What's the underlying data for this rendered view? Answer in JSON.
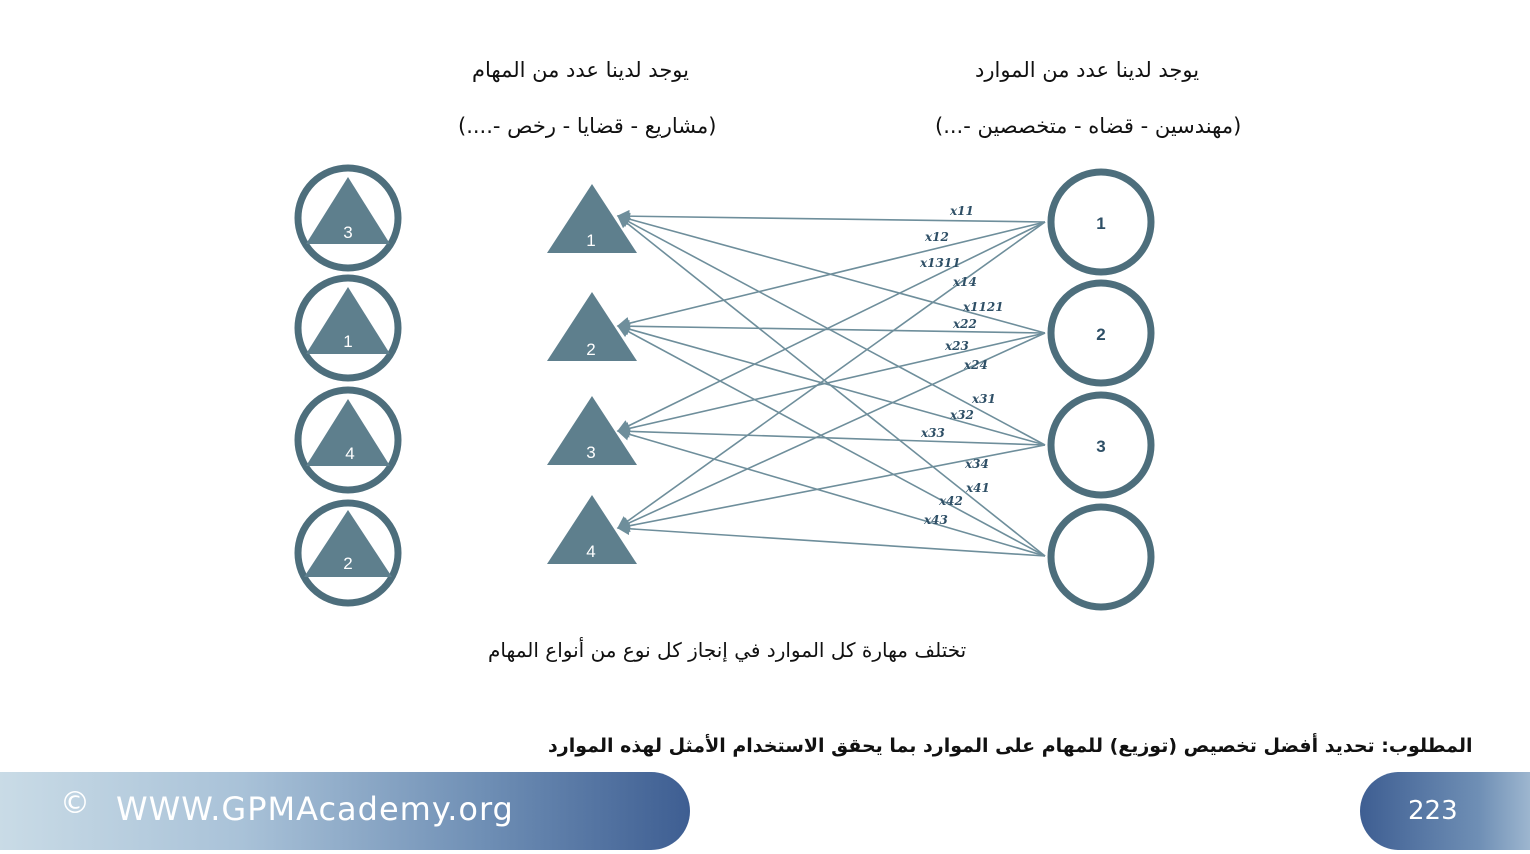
{
  "headers": {
    "resources_title": "يوجد لدينا عدد من الموارد",
    "resources_examples": "(مهندسين - قضاه - متخصصين -...)",
    "tasks_title": "يوجد لدينا عدد من المهام",
    "tasks_examples": "(مشاريع - قضايا - رخص -....)"
  },
  "diagram": {
    "left_stack_labels": [
      "3",
      "1",
      "4",
      "2"
    ],
    "task_labels": [
      "1",
      "2",
      "3",
      "4"
    ],
    "resource_labels": [
      "1",
      "2",
      "3",
      ""
    ],
    "edge_labels": [
      "x11",
      "x12",
      "x1311",
      "x14",
      "x1121",
      "x22",
      "x23",
      "x24",
      "x31",
      "x32",
      "x33",
      "x34",
      "x41",
      "x42",
      "x43"
    ],
    "colors": {
      "shape": "#5e7f8d",
      "circle_stroke": "#4d6e7c",
      "line": "#6e8e9b",
      "edge_label": "#2e4f66"
    }
  },
  "captions": {
    "skill_note": "تختلف مهارة كل الموارد في إنجاز كل نوع من أنواع المهام",
    "goal": "المطلوب: تحديد أفضل تخصيص (توزيع) للمهام على الموارد بما يحقق الاستخدام الأمثل لهذه الموارد"
  },
  "footer": {
    "copyright_symbol": "©",
    "website": "WWW.GPMAcademy.org",
    "page_number": "223"
  }
}
